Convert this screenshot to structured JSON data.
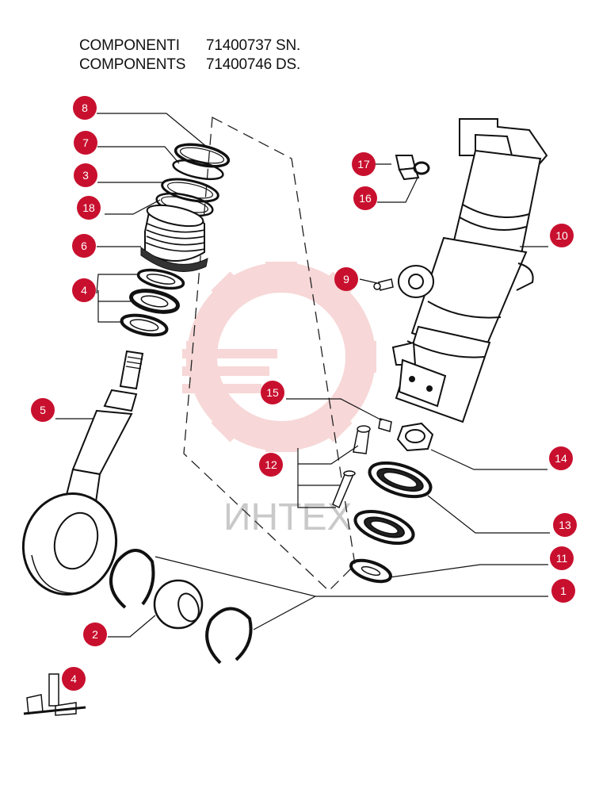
{
  "header": {
    "row1_label": "COMPONENTI",
    "row1_code": "71400737 SN.",
    "row2_label": "COMPONENTS",
    "row2_code": "71400746 DS."
  },
  "watermark": {
    "text": "ИНТЕХ",
    "color": "#f2b8b8"
  },
  "callout_color": "#c8102e",
  "callouts": [
    "8",
    "7",
    "3",
    "18",
    "6",
    "4",
    "5",
    "17",
    "16",
    "10",
    "9",
    "15",
    "12",
    "14",
    "13",
    "11",
    "1",
    "2",
    "4"
  ]
}
